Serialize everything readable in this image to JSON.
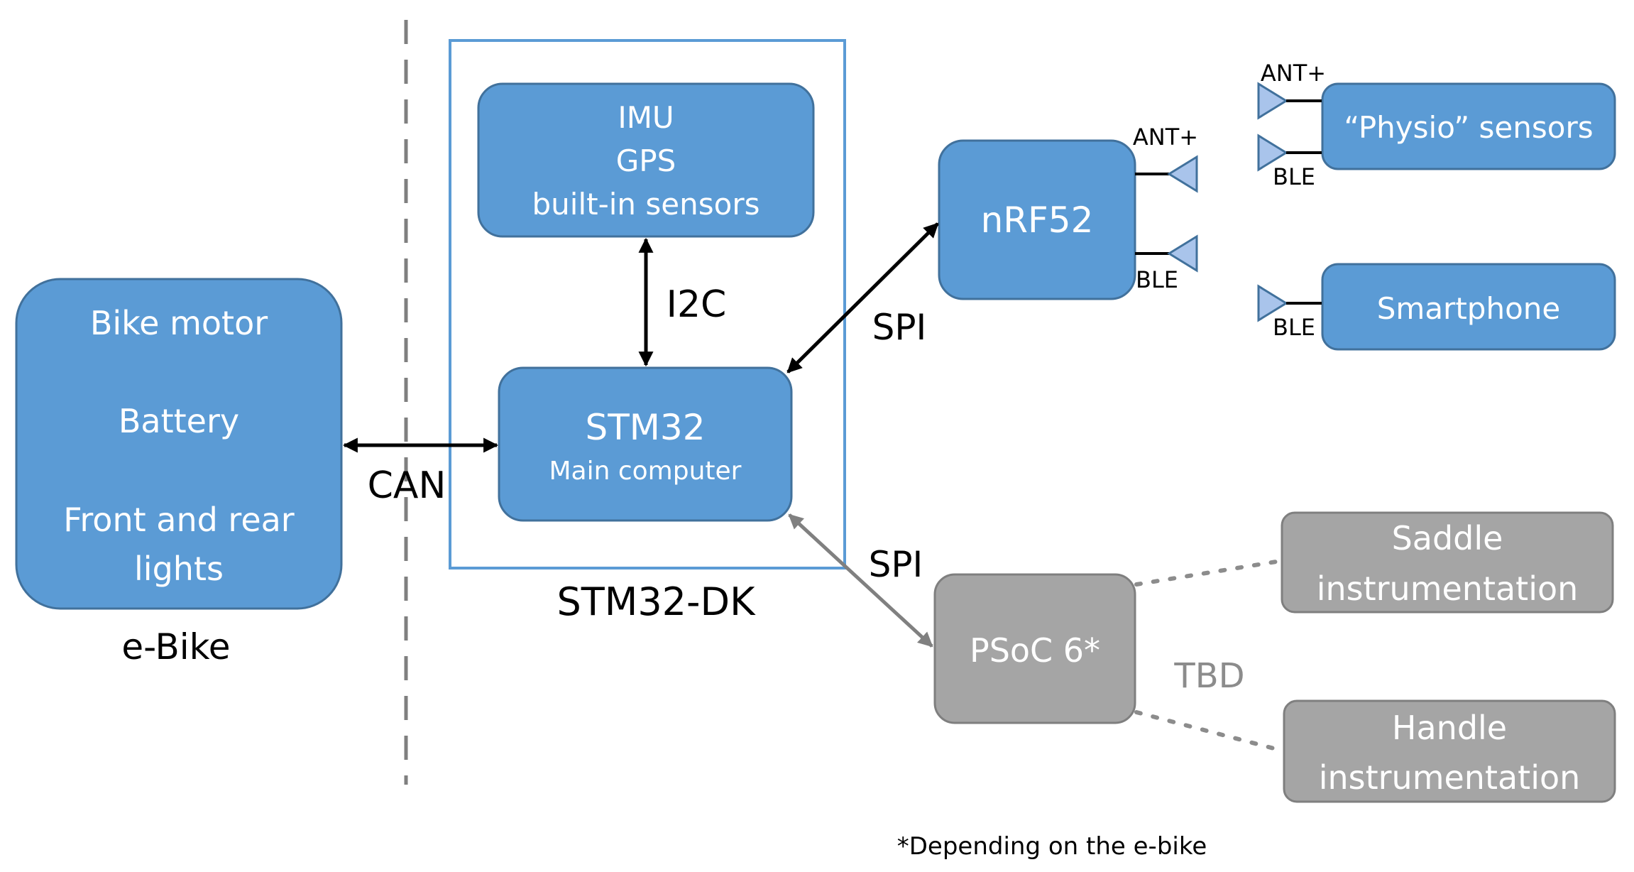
{
  "colors": {
    "blue_fill": "#5b9bd5",
    "blue_stroke": "#41719c",
    "gray_fill": "#a5a5a5",
    "gray_stroke": "#7f7f7f",
    "frame": "#5b9bd5",
    "antenna": "#a9c4eb",
    "text_dark": "#000000",
    "text_light": "#ffffff",
    "tbd": "#8c8c8c"
  },
  "ebike": {
    "line1": "Bike motor",
    "line2": "Battery",
    "line3": "Front and rear",
    "line4": "lights",
    "caption": "e-Bike"
  },
  "links": {
    "can": "CAN",
    "i2c": "I2C",
    "spi_top": "SPI",
    "spi_bottom": "SPI"
  },
  "stm32dk": {
    "caption": "STM32-DK",
    "sensors": {
      "line1": "IMU",
      "line2": "GPS",
      "line3": "built-in sensors"
    },
    "stm32": {
      "title": "STM32",
      "subtitle": "Main computer"
    }
  },
  "nrf52": {
    "title": "nRF52",
    "antenna1": "ANT+",
    "antenna2": "BLE"
  },
  "physio": {
    "title": "“Physio” sensors",
    "antenna1": "ANT+",
    "antenna2": "BLE"
  },
  "smartphone": {
    "title": "Smartphone",
    "antenna": "BLE"
  },
  "psoc": {
    "title": "PSoC 6*",
    "tbd": "TBD"
  },
  "saddle": {
    "line1": "Saddle",
    "line2": "instrumentation"
  },
  "handle": {
    "line1": "Handle",
    "line2": "instrumentation"
  },
  "footnote": "*Depending on the e-bike"
}
